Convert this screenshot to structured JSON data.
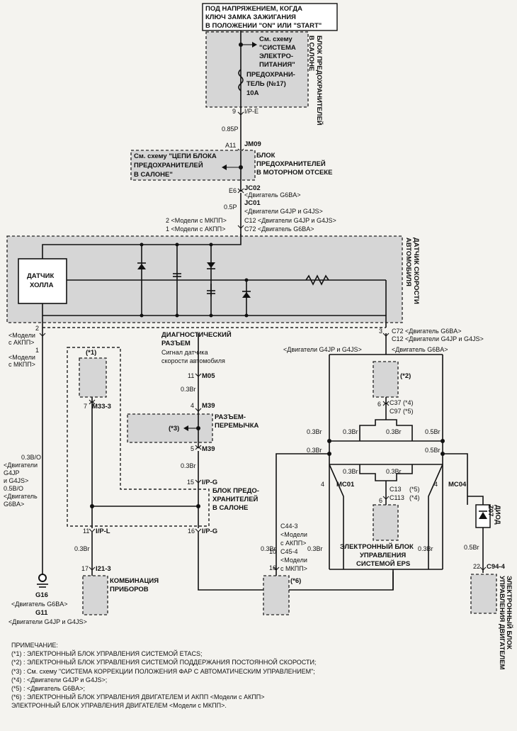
{
  "power": {
    "header": [
      "ПОД НАПРЯЖЕНИЕМ, КОГДА",
      "КЛЮЧ ЗАМКА ЗАЖИГАНИЯ",
      "В ПОЛОЖЕНИИ \"ON\" ИЛИ \"START\""
    ],
    "see_scheme": [
      "См. схему",
      "\"СИСТЕМА",
      "ЭЛЕКТРО-",
      "ПИТАНИЯ\""
    ],
    "fuse": [
      "ПРЕДОХРАНИ-",
      "ТЕЛЬ (№17)",
      "10A"
    ],
    "block_label": [
      "БЛОК ПРЕДОХРАНИТЕЛЕЙ",
      "В САЛОНЕ"
    ],
    "pin_ipe": "9",
    "conn_ipe": "I/P-E",
    "wire_1": "0.85P",
    "pin_jm09": "A11",
    "conn_jm09": "JM09"
  },
  "engine_block": {
    "see_scheme": [
      "См. схему \"ЦЕПИ БЛОКА",
      "ПРЕДОХРАНИТЕЛЕЙ",
      "В САЛОНЕ\""
    ],
    "label": [
      "БЛОК",
      "ПРЕДОХРАНИТЕЛЕЙ",
      "В МОТОРНОМ ОТСЕКЕ"
    ]
  },
  "jc": {
    "pin": "E6",
    "jc02": "JC02",
    "jc02_note": "<Двигатель G6BA>",
    "jc01": "JC01",
    "jc01_note": "<Двигатели G4JP и G4JS>",
    "wire": "0.5P",
    "pin_left_1": "2 <Модели с МКПП>",
    "pin_left_2": "1 <Модели с АКПП>",
    "c12": "C12 <Двигатели G4JP и G4JS>",
    "c72": "C72 <Двигатель G6BA>"
  },
  "sensor": {
    "label": [
      "ДАТЧИК СКОРОСТИ",
      "АВТОМОБИЛЯ"
    ],
    "hall": [
      "ДАТЧИК",
      "ХОЛЛА"
    ]
  },
  "left": {
    "pin2": "2",
    "pin2_note": [
      "<Модели",
      "с АКПП>"
    ],
    "pin1": "1",
    "pin1_note": [
      "<Модели",
      "с МКПП>"
    ],
    "wire": [
      "0.3B/O",
      "<Двигатели",
      "G4JP",
      "и G4JS>",
      "0.5B/O",
      "<Двигатель",
      "G6BA>"
    ],
    "g16": "G16",
    "g16_note": "<Двигатель G6BA>",
    "g11": "G11",
    "g11_note": "<Двигатели G4JP и G4JS>"
  },
  "diag": {
    "title": [
      "ДИАГНОСТИЧЕСКИЙ",
      "РАЗЪЕМ"
    ],
    "signal": [
      "Сигнал датчика",
      "скорости автомобиля"
    ],
    "m05_pin": "11",
    "m05": "M05",
    "w1": "0.3Br",
    "m39_pin_a": "4",
    "m39_a": "M39",
    "jumper": [
      "РАЗЪЕМ-",
      "ПЕРЕМЫЧКА"
    ],
    "note3": "(*3)",
    "m39_pin_b": "5",
    "m39_b": "M39",
    "w2": "0.3Br",
    "ipg_pin": "15",
    "ipg": "I/P-G",
    "block": [
      "БЛОК ПРЕДО-",
      "ХРАНИТЕЛЕЙ",
      "В САЛОНЕ"
    ],
    "ipl_pin": "11",
    "ipl": "I/P-L",
    "ipg2_pin": "16",
    "ipg2": "I/P-G",
    "note1": "(*1)",
    "m33_pin": "7",
    "m33": "M33-3",
    "w3": "0.3Br",
    "i21_pin": "17",
    "i21": "I21-3",
    "combo": [
      "КОМБИНАЦИЯ",
      "ПРИБОРОВ"
    ]
  },
  "right": {
    "pin3": "3",
    "c72": "C72 <Двигатель G6BA>",
    "c12": "C12 <Двигатели G4JP и G4JS>",
    "left_note": "<Двигатели G4JP и G4JS>",
    "right_note": "<Двигатель G6BA>",
    "note2": "(*2)",
    "c37_pin": "6",
    "c37": "C37 (*4)",
    "c97": "C97 (*5)",
    "wires_top": [
      "0.3Br",
      "0.3Br",
      "0.3Br",
      "0.5Br"
    ],
    "wires_mid": [
      "0.3Br",
      "0.3Br",
      "0.3Br",
      "0.5Br"
    ],
    "mc01_pin": "4",
    "mc01": "MC01",
    "mc04_pin": "4",
    "mc04": "MC04",
    "c13": "C13",
    "c13_note": "(*5)",
    "c113": "C113",
    "c113_note": "(*4)",
    "c13_pin": "6",
    "eps": [
      "ЭЛЕКТРОННЫЙ БЛОК",
      "УПРАВЛЕНИЯ",
      "СИСТЕМОЙ EPS"
    ],
    "c44": [
      "C44-3",
      "<Модели",
      "с АКПП>"
    ],
    "c44_pin": "10",
    "c45": [
      "C45-4",
      "<Модели",
      "с МКПП>"
    ],
    "c45_pin": "16",
    "w_left": "0.3Br",
    "w_mid": "0.3Br",
    "w_right": "0.3Br",
    "note6": "(*6)",
    "diode": [
      "ДИОД",
      "Z07"
    ],
    "w_diode": "0.5Br",
    "c94_pin": "22",
    "c94": "C94-4",
    "ecu": [
      "ЭЛЕКТРОННЫЙ БЛОК",
      "УПРАВЛЕНИЯ ДВИГАТЕЛЕМ"
    ]
  },
  "notes": {
    "title": "ПРИМЕЧАНИЕ:",
    "lines": [
      "(*1) : ЭЛЕКТРОННЫЙ БЛОК УПРАВЛЕНИЯ СИСТЕМОЙ ETACS;",
      "(*2) : ЭЛЕКТРОННЫЙ БЛОК УПРАВЛЕНИЯ СИСТЕМОЙ ПОДДЕРЖАНИЯ ПОСТОЯННОЙ СКОРОСТИ;",
      "(*3) : См. схему \"СИСТЕМА КОРРЕКЦИИ ПОЛОЖЕНИЯ ФАР С АВТОМАТИЧЕСКИМ УПРАВЛЕНИЕМ\";",
      "(*4) : <Двигатели G4JP и G4JS>;",
      "(*5) : <Двигатель G6BA>;",
      "(*6) : ЭЛЕКТРОННЫЙ БЛОК УПРАВЛЕНИЯ ДВИГАТЕЛЕМ И АКПП <Модели с АКПП>",
      "ЭЛЕКТРОННЫЙ БЛОК УПРАВЛЕНИЯ ДВИГАТЕЛЕМ <Модели с МКПП>."
    ]
  }
}
